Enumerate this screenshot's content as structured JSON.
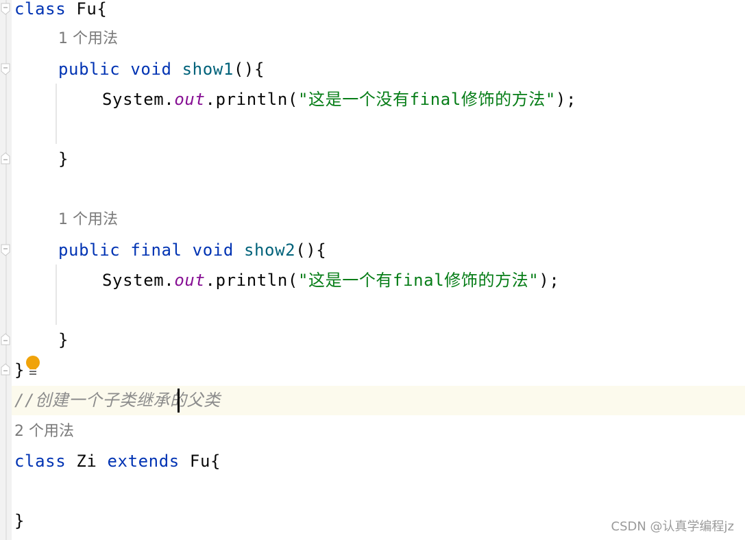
{
  "editor": {
    "language": "java",
    "lines": [
      {
        "kw1": "class",
        "name": "Fu",
        "brace": "{"
      },
      {
        "hint": "1 个用法"
      },
      {
        "kw1": "public",
        "kw2": "void",
        "fn": "show1",
        "tail": "(){"
      },
      {
        "obj": "System.",
        "field": "out",
        "call": ".println(",
        "str": "\"这是一个没有final修饰的方法\"",
        "end": ");"
      },
      {
        "close": "}"
      },
      {
        "hint": "1 个用法"
      },
      {
        "kw1": "public",
        "kw2": "final",
        "kw3": "void",
        "fn": "show2",
        "tail": "(){"
      },
      {
        "obj": "System.",
        "field": "out",
        "call": ".println(",
        "str": "\"这是一个有final修饰的方法\"",
        "end": ");"
      },
      {
        "close": "}"
      },
      {
        "close": "}"
      },
      {
        "comment": "//创建一个子类继承的父类"
      },
      {
        "hint": "2 个用法"
      },
      {
        "kw1": "class",
        "name": "Zi",
        "kw2": "extends",
        "parent": "Fu",
        "brace": "{"
      },
      {
        "close": "}"
      }
    ]
  },
  "icons": {
    "intention": "lightbulb-icon",
    "fold": "fold-minus-icon"
  },
  "colors": {
    "keyword": "#0033b3",
    "method": "#00627a",
    "string": "#067d17",
    "field": "#871094",
    "comment": "#8c8c8c",
    "caret_line": "#fcfaed",
    "bulb": "#f0a30a"
  },
  "watermark": "CSDN @认真学编程jz"
}
